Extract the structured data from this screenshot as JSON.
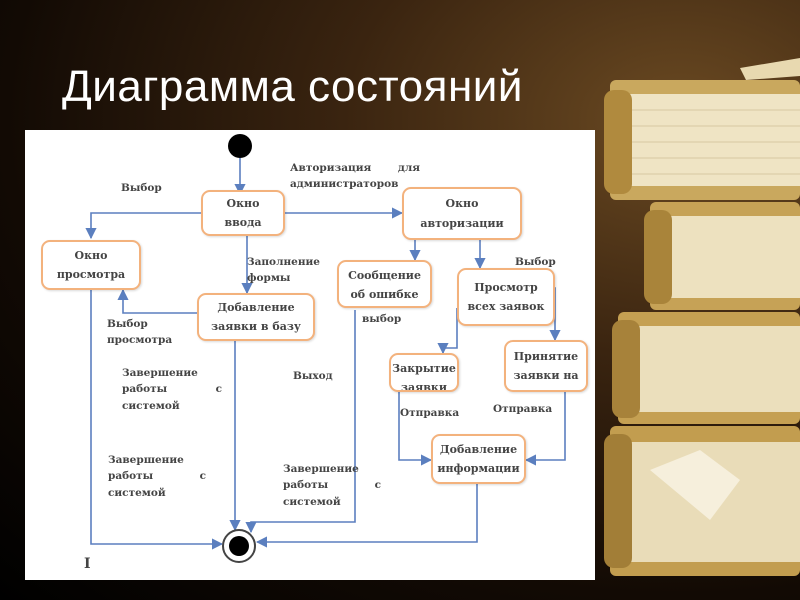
{
  "slide": {
    "title": "Диаграмма состояний"
  },
  "diagram": {
    "states": {
      "input": "Окно\nввода",
      "auth": "Окно\nавторизации",
      "view": "Окно\nпросмотра",
      "add_to_db": "Добавление\nзаявки в базу",
      "error": "Сообщение\nоб ошибке",
      "view_all": "Просмотр\nвсех заявок",
      "close": "Закрытие\nзаявки",
      "accept": "Принятие\nзаявки на",
      "add_info": "Добавление\nинформации"
    },
    "labels": {
      "auth_admin_1a": "Авторизация",
      "auth_admin_1b": "для",
      "auth_admin_2": "администраторов",
      "select_1": "Выбор",
      "fill_form_1": "Заполнение",
      "fill_form_2": "формы",
      "select_2": "Выбор",
      "choice": "выбор",
      "select_view_1": "Выбор",
      "select_view_2": "просмотра",
      "end_a_1": "Завершение",
      "end_a_2a": "работы",
      "end_a_2b": "с",
      "end_a_3": "системой",
      "exit": "Выход",
      "send_1": "Отправка",
      "send_2": "Отправка",
      "end_b_1": "Завершение",
      "end_b_2a": "работы",
      "end_b_2b": "с",
      "end_b_3": "системой",
      "end_c_1": "Завершение",
      "end_c_2a": "работы",
      "end_c_2b": "с",
      "end_c_3": "системой",
      "cursor_mark": "I"
    },
    "colors": {
      "arrow": "#5b7fbf",
      "state_border": "#f3b27d",
      "text": "#444444"
    }
  }
}
